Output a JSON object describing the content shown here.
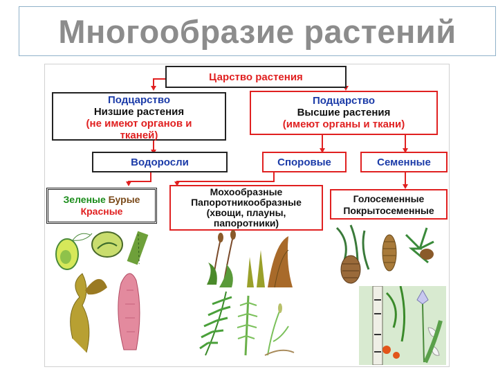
{
  "title": "Многообразие растений",
  "kingdom": "Царство растения",
  "lower": {
    "sub": "Подцарство",
    "name": "Низшие растения",
    "note_1": "(не имеют органов и",
    "note_2": "тканей)"
  },
  "higher": {
    "sub": "Подцарство",
    "name": "Высшие растения",
    "note": "(имеют органы и ткани)"
  },
  "algae": "Водоросли",
  "spore": "Споровые",
  "seed": "Семенные",
  "algae_types": {
    "green": "Зеленые",
    "brown": "Бурые",
    "red": "Красные"
  },
  "spore_types": {
    "l1": "Мохообразные",
    "l2": "Папоротникообразные",
    "l3": "(хвощи, плауны,",
    "l4": "папоротники)"
  },
  "seed_types": {
    "l1": "Голосеменные",
    "l2": "Покрытосеменные"
  },
  "colors": {
    "red": "#e02020",
    "blue": "#1b3ba8",
    "green": "#1a8c1a",
    "title_gray": "#8c8c8c"
  },
  "illustrations": [
    "algae-images",
    "moss-images",
    "fern-horsetail-images",
    "conifer-images",
    "flowering-plant-images"
  ]
}
